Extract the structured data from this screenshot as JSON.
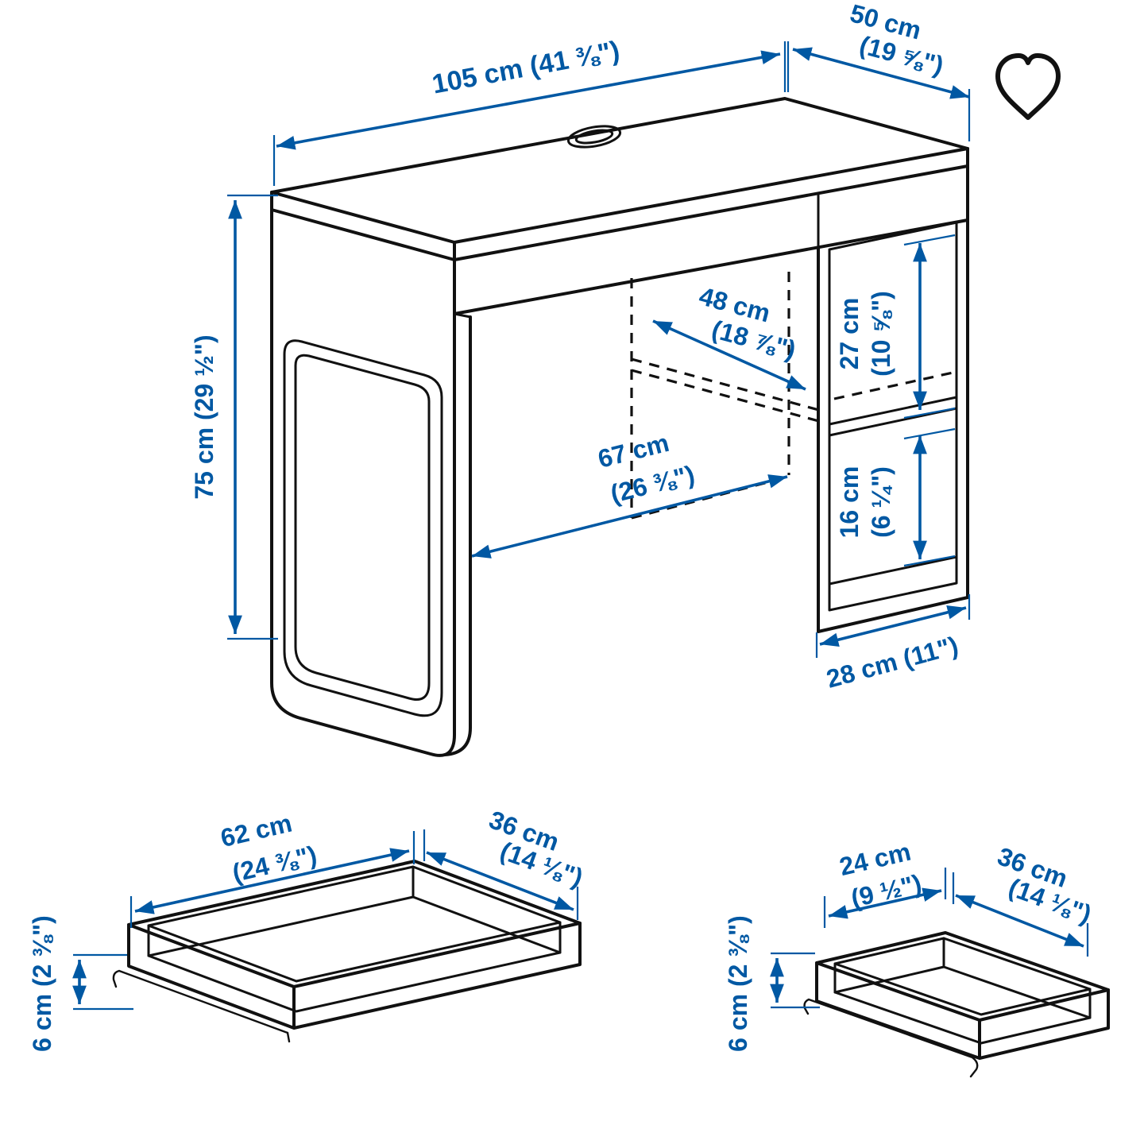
{
  "colors": {
    "dimension": "#0058a3",
    "line": "#111111",
    "background": "#ffffff"
  },
  "desk": {
    "width_label": "105 cm (41 ⅜\")",
    "depth_line1": "50 cm",
    "depth_line2": "(19 ⅝\")",
    "height_label": "75 cm (29 ½\")",
    "inner_depth_line1": "48 cm",
    "inner_depth_line2": "(18 ⅞\")",
    "upper_compartment_line1": "27 cm",
    "upper_compartment_line2": "(10 ⅝\")",
    "inner_width_line1": "67 cm",
    "inner_width_line2": "(26 ⅜\")",
    "lower_compartment_line1": "16 cm",
    "lower_compartment_line2": "(6 ¼\")",
    "side_unit_label": "28 cm (11\")"
  },
  "large_drawer": {
    "width_line1": "62 cm",
    "width_line2": "(24 ⅜\")",
    "depth_line1": "36 cm",
    "depth_line2": "(14 ⅛\")",
    "height_label": "6 cm (2 ⅜\")"
  },
  "small_drawer": {
    "width_line1": "24 cm",
    "width_line2": "(9 ½\")",
    "depth_line1": "36 cm",
    "depth_line2": "(14 ⅛\")",
    "height_label": "6 cm (2 ⅜\")"
  },
  "favorite": {
    "icon": "heart-outline"
  }
}
